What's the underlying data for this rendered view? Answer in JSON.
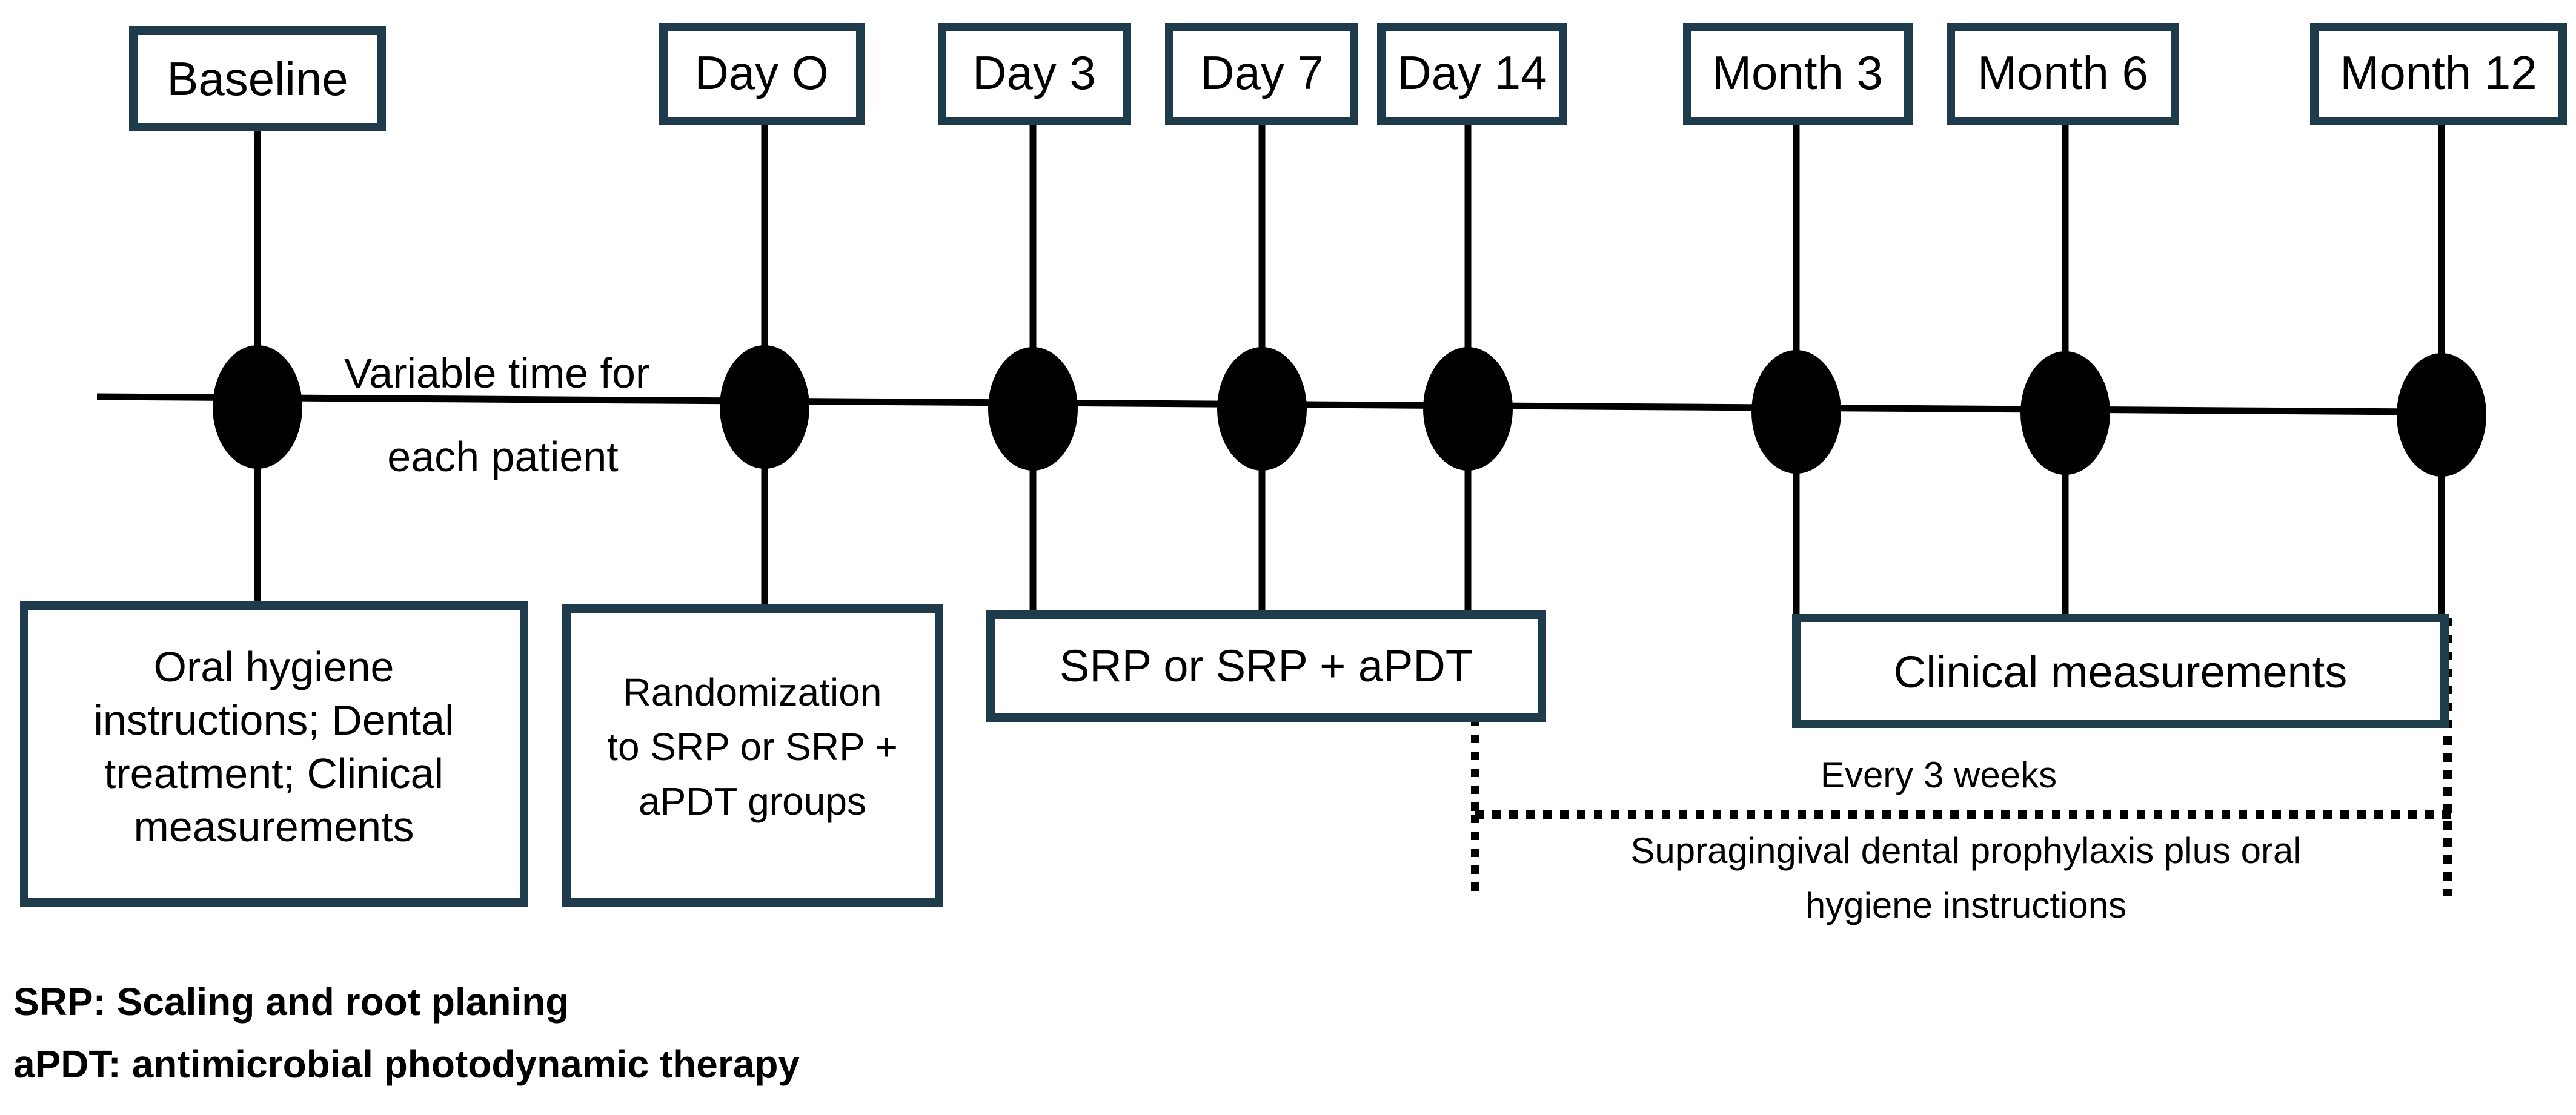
{
  "timepoints": [
    "Baseline",
    "Day O",
    "Day 3",
    "Day 7",
    "Day 14",
    "Month 3",
    "Month 6",
    "Month 12"
  ],
  "annotations": {
    "variable_time": [
      "Variable time for",
      "each patient"
    ],
    "every_3_weeks": "Every 3 weeks",
    "prophylaxis": [
      "Supragingival dental prophylaxis plus oral",
      "hygiene instructions"
    ]
  },
  "activity_boxes": {
    "baseline_tasks": [
      "Oral hygiene",
      "instructions; Dental",
      "treatment; Clinical",
      "measurements"
    ],
    "randomization": [
      "Randomization",
      "to SRP or SRP +",
      "aPDT groups"
    ],
    "treatment": [
      "SRP or SRP + aPDT"
    ],
    "clinical": [
      "Clinical measurements"
    ]
  },
  "legend": [
    "SRP: Scaling and root planing",
    "aPDT: antimicrobial photodynamic therapy"
  ],
  "colors": {
    "box_border": "#1f3c4c",
    "line": "#000000"
  }
}
